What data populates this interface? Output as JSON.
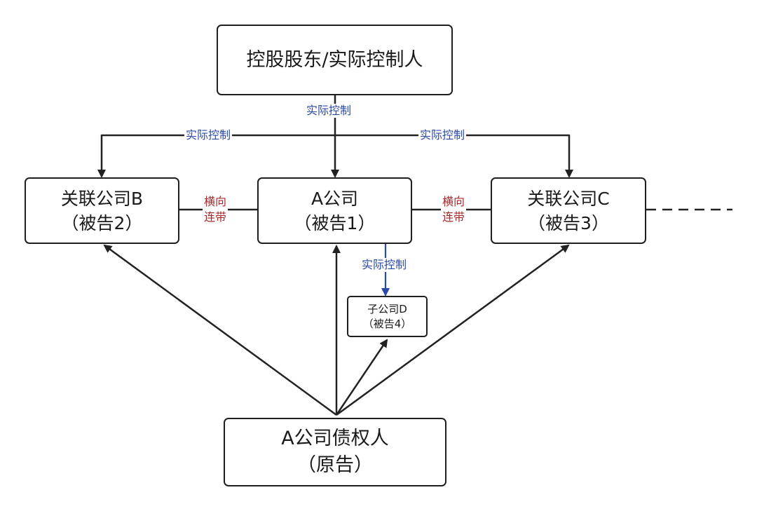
{
  "colors": {
    "line": "#222222",
    "blue_line": "#2b4aa8",
    "blue_text": "#2b4aa8",
    "red_text": "#a52a2a"
  },
  "nodes": {
    "controller": {
      "line1": "控股股东/实际控制人"
    },
    "company_a": {
      "line1": "A公司",
      "line2": "（被告1）"
    },
    "company_b": {
      "line1": "关联公司B",
      "line2": "（被告2）"
    },
    "company_c": {
      "line1": "关联公司C",
      "line2": "（被告3）"
    },
    "subsidiary_d": {
      "line1": "子公司D",
      "line2": "（被告4）"
    },
    "creditor": {
      "line1": "A公司债权人",
      "line2": "（原告）"
    }
  },
  "edges": {
    "control_to_a": "实际控制",
    "control_to_b": "实际控制",
    "control_to_c": "实际控制",
    "a_to_d": "实际控制",
    "joint_ab": {
      "line1": "横向",
      "line2": "连带"
    },
    "joint_ac": {
      "line1": "横向",
      "line2": "连带"
    }
  }
}
